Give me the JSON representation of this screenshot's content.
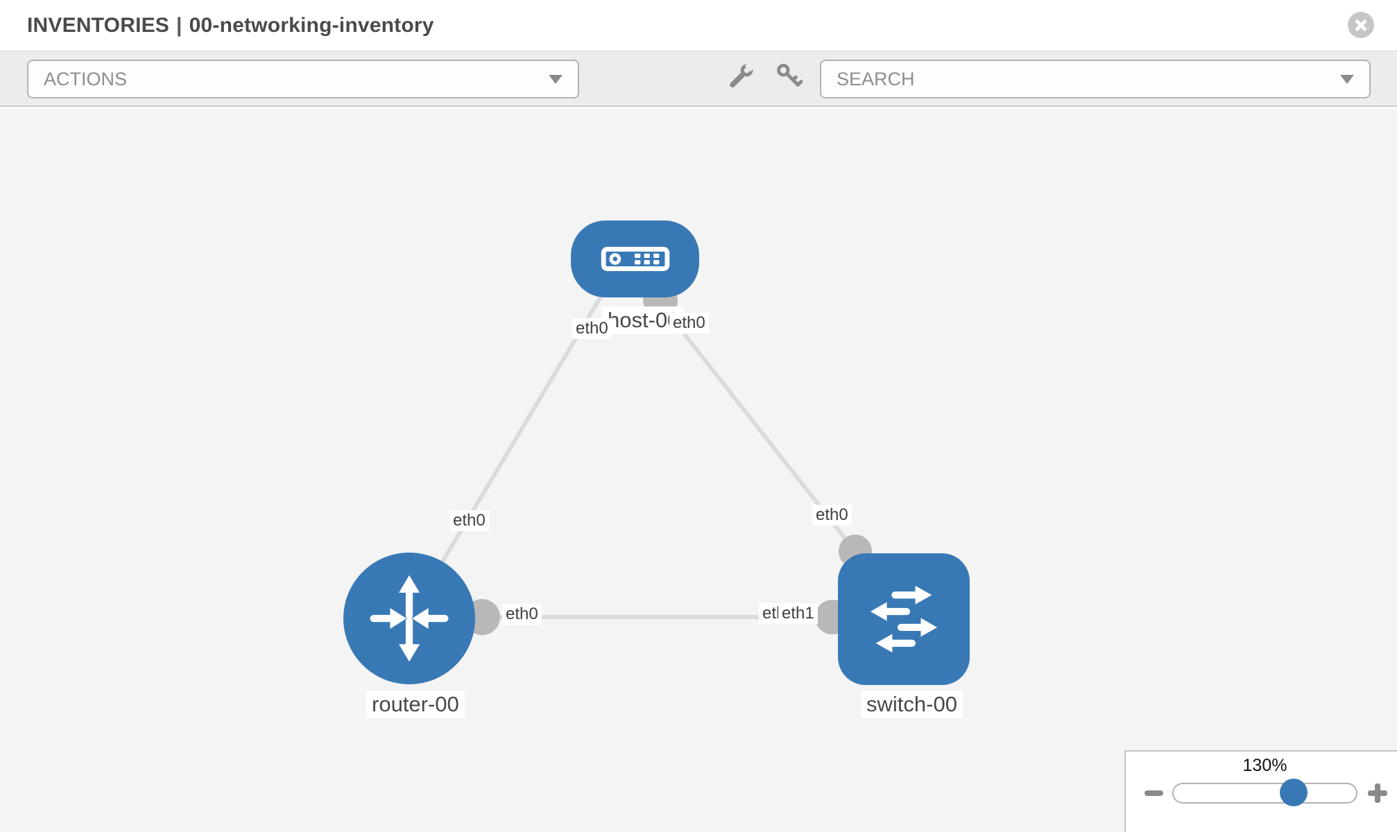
{
  "header": {
    "section": "INVENTORIES",
    "separator": "|",
    "name": "00-networking-inventory"
  },
  "toolbar": {
    "actions_label": "ACTIONS",
    "search_label": "SEARCH",
    "icons": [
      "wrench-icon",
      "key-icon"
    ]
  },
  "diagram": {
    "nodes": [
      {
        "label": "host-00",
        "type": "host"
      },
      {
        "label": "router-00",
        "type": "router"
      },
      {
        "label": "switch-00",
        "type": "switch"
      }
    ],
    "links": [
      {
        "from": "router-00",
        "to": "host-00",
        "from_interface": "eth0",
        "to_interface": "eth0"
      },
      {
        "from": "host-00",
        "to": "switch-00",
        "from_interface": "eth0",
        "to_interface": "eth0"
      },
      {
        "from": "router-00",
        "to": "switch-00",
        "from_interface": "eth0",
        "to_interface": "eth1"
      }
    ],
    "interfaces": {
      "host_left": "eth0",
      "host_right": "eth0",
      "router_top": "eth0",
      "router_right": "eth0",
      "switch_top": "eth0",
      "switch_left_back": "eth0",
      "switch_left_front": "eth1"
    }
  },
  "zoom": {
    "level": "130%"
  },
  "colors": {
    "node_blue": "#3879b5",
    "link_gray": "#dbdbdb",
    "connector_gray": "#b8b8b8",
    "canvas_bg": "#f4f4f4",
    "toolbar_bg": "#ececec"
  }
}
